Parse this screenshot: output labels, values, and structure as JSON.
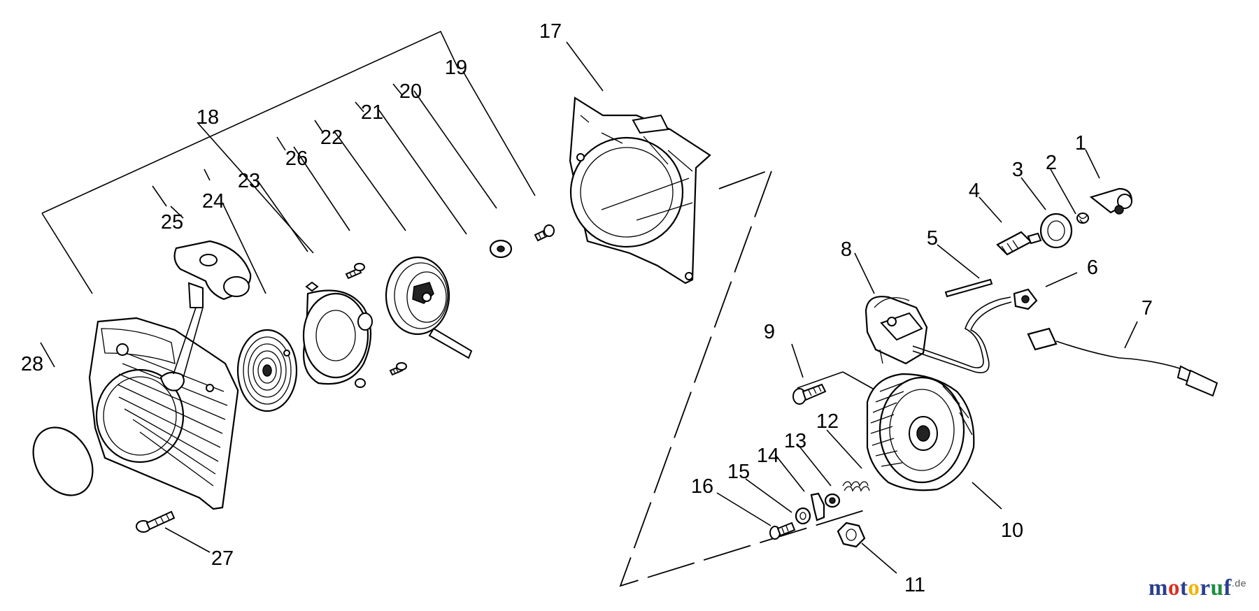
{
  "diagram": {
    "callouts": [
      "1",
      "2",
      "3",
      "4",
      "5",
      "6",
      "7",
      "8",
      "9",
      "10",
      "11",
      "12",
      "13",
      "14",
      "15",
      "16",
      "17",
      "18",
      "19",
      "20",
      "21",
      "22",
      "23",
      "24",
      "25",
      "26",
      "27",
      "28"
    ]
  },
  "watermark": {
    "parts": [
      {
        "text": "m",
        "color": "#2a3f8f"
      },
      {
        "text": "o",
        "color": "#d93025"
      },
      {
        "text": "t",
        "color": "#2a3f8f"
      },
      {
        "text": "o",
        "color": "#f2b400"
      },
      {
        "text": "r",
        "color": "#2a3f8f"
      },
      {
        "text": "u",
        "color": "#1e8e3e"
      },
      {
        "text": "f",
        "color": "#2a3f8f"
      }
    ],
    "suffix": ".de"
  }
}
